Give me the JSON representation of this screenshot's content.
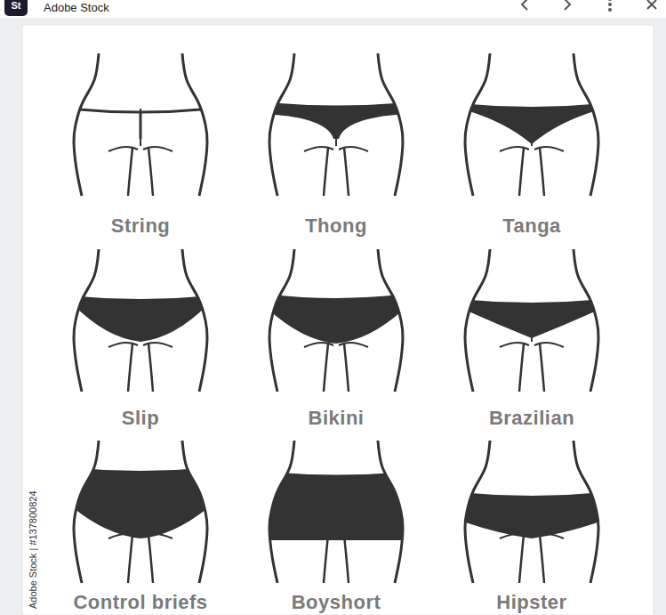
{
  "diagram": {
    "labels": [
      "St",
      "Adobe Stock",
      "String",
      "Thong",
      "Tanga",
      "Slip",
      "Bikini",
      "Brazilian",
      "Control briefs",
      "Boyshort",
      "Hipster",
      "Adobe Stock | #137800824"
    ]
  }
}
